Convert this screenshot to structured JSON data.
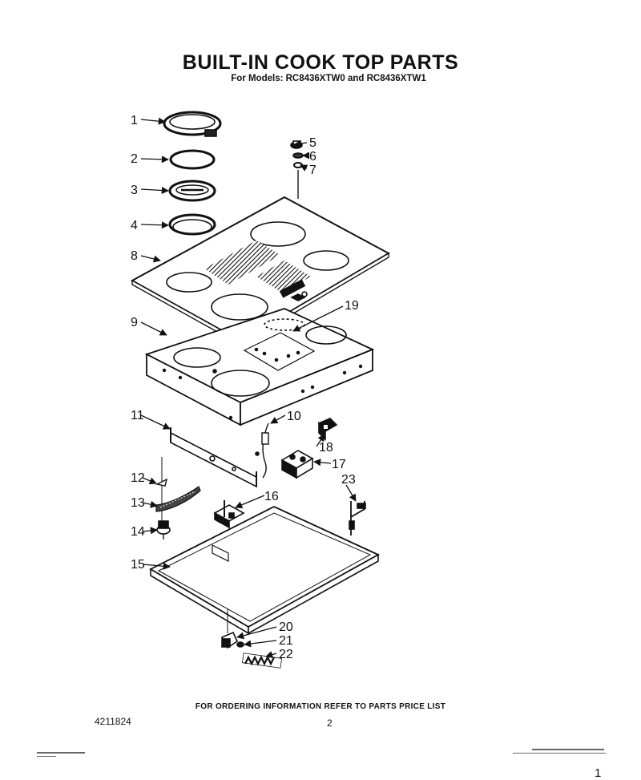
{
  "header": {
    "title": "BUILT-IN COOK TOP PARTS",
    "subtitle": "For Models: RC8436XTW0 and RC8436XTW1"
  },
  "footer": {
    "ordering_note": "FOR ORDERING INFORMATION REFER TO PARTS PRICE LIST",
    "doc_number": "4211824",
    "page_number": "2",
    "corner_mark": "1"
  },
  "parts": {
    "p1": "1",
    "p2": "2",
    "p3": "3",
    "p4": "4",
    "p5": "5",
    "p6": "6",
    "p7": "7",
    "p8": "8",
    "p9": "9",
    "p10": "10",
    "p11": "11",
    "p12": "12",
    "p13": "13",
    "p14": "14",
    "p15": "15",
    "p16": "16",
    "p17": "17",
    "p18": "18",
    "p19": "19",
    "p20": "20",
    "p21": "21",
    "p22": "22",
    "p23": "23"
  }
}
